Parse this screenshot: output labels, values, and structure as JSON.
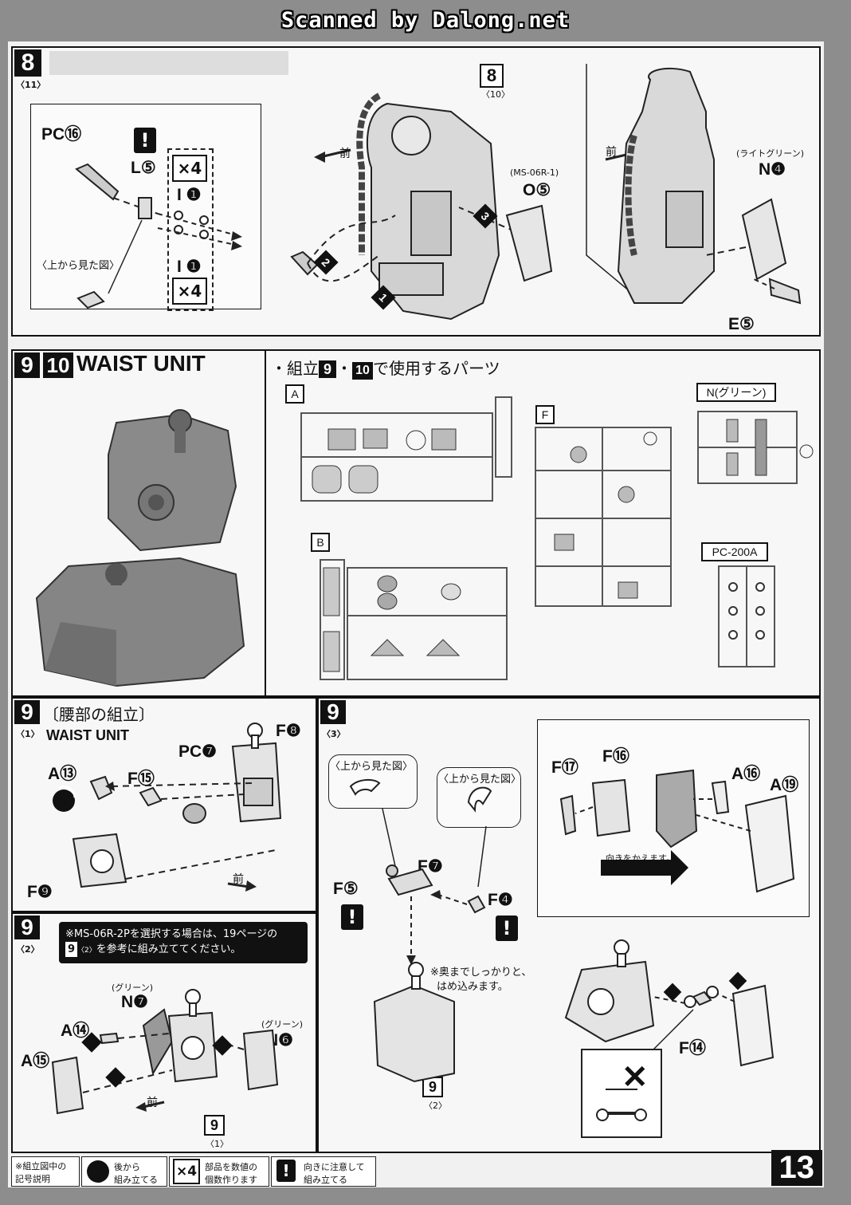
{
  "header": {
    "scan_credit": "Scanned by Dalong.net"
  },
  "page_number": "13",
  "step8": {
    "num": "8",
    "sub": "〈11〉",
    "labels": {
      "pc16": "PC⑯",
      "l5": "L⑤",
      "x4a": "×4",
      "i1a": "I ❶",
      "i1b": "I ❶",
      "x4b": "×4",
      "top_view": "〈上から見た図〉",
      "front": "前",
      "ref": "8",
      "ref_sub": "〈10〉",
      "ms06r1": "(MS-06R-1)",
      "o5": "O⑤",
      "front2": "前",
      "light_green": "(ライトグリーン)",
      "n4": "N❹",
      "e5": "E⑤",
      "arrow1": "1",
      "arrow2": "2",
      "arrow3": "3"
    }
  },
  "step9_10": {
    "num1": "9",
    "num2": "10",
    "title": "WAIST UNIT",
    "parts_heading_prefix": "・組立",
    "parts_heading_n1": "9",
    "parts_sep": "・",
    "parts_heading_n2": "10",
    "parts_heading_suffix": "で使用するパーツ",
    "runners": {
      "a": "A",
      "b": "B",
      "f": "F",
      "n": "N(グリーン)",
      "pc": "PC-200A"
    }
  },
  "step9_1": {
    "num": "9",
    "sub": "〈1〉",
    "title_jp": "〔腰部の組立〕",
    "title_en": "WAIST UNIT",
    "labels": {
      "f8": "F❽",
      "pc7": "PC❼",
      "a13": "A⑬",
      "f15": "F⑮",
      "f9": "F❾",
      "front": "前"
    }
  },
  "step9_2": {
    "num": "9",
    "sub": "〈2〉",
    "note_line1": "※MS-06R-2Pを選択する場合は、19ページの",
    "note_ref": "9",
    "note_ref_sub": "〈2〉",
    "note_line2": "を参考に組み立ててください。",
    "labels": {
      "green1": "(グリーン)",
      "n7": "N❼",
      "green2": "(グリーン)",
      "n6": "N❻",
      "a14": "A⑭",
      "a15": "A⑮",
      "front": "前",
      "ref": "9",
      "ref_sub": "〈1〉"
    }
  },
  "step9_3": {
    "num": "9",
    "sub": "〈3〉",
    "labels": {
      "top_view1": "〈上から見た図〉",
      "top_view2": "〈上から見た図〉",
      "f7": "F❼",
      "f5": "F⑤",
      "f4": "F❹",
      "note_line1": "※奥までしっかりと、",
      "note_line2": "はめ込みます。",
      "ref": "9",
      "ref_sub": "〈2〉",
      "f17": "F⑰",
      "f16": "F⑯",
      "a16": "A⑯",
      "a19": "A⑲",
      "turn": "向きをかえます。",
      "f14": "F⑭",
      "cross": "✕"
    }
  },
  "legend": {
    "heading1": "※組立図中の",
    "heading2": "記号説明",
    "item1_line1": "後から",
    "item1_line2": "組み立てる",
    "item2_symbol": "×4",
    "item2_line1": "部品を数値の",
    "item2_line2": "個数作ります",
    "item3_symbol": "!",
    "item3_line1": "向きに注意して",
    "item3_line2": "組み立てる"
  }
}
